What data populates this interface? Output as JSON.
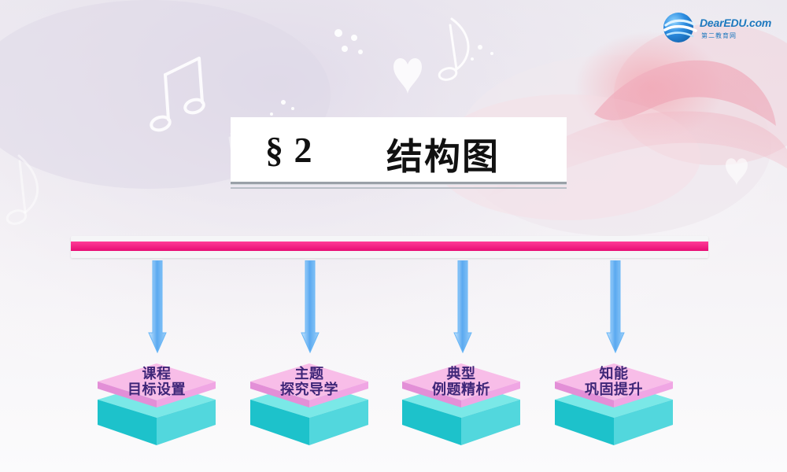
{
  "logo": {
    "brand": "DearEDU.com",
    "subtitle": "第二教育网"
  },
  "title": {
    "section": "§ 2",
    "text": "结构图"
  },
  "cards": [
    {
      "line1": "课程",
      "line2": "目标设置"
    },
    {
      "line1": "主题",
      "line2": "探究导学"
    },
    {
      "line1": "典型",
      "line2": "例题精析"
    },
    {
      "line1": "知能",
      "line2": "巩固提升"
    }
  ],
  "colors": {
    "main_bar": "#e70d74",
    "arrow": "#75b8f3",
    "card_top": "#f6b7ea",
    "card_bottom": "#3fd1d8",
    "card_text": "#3e2678"
  }
}
